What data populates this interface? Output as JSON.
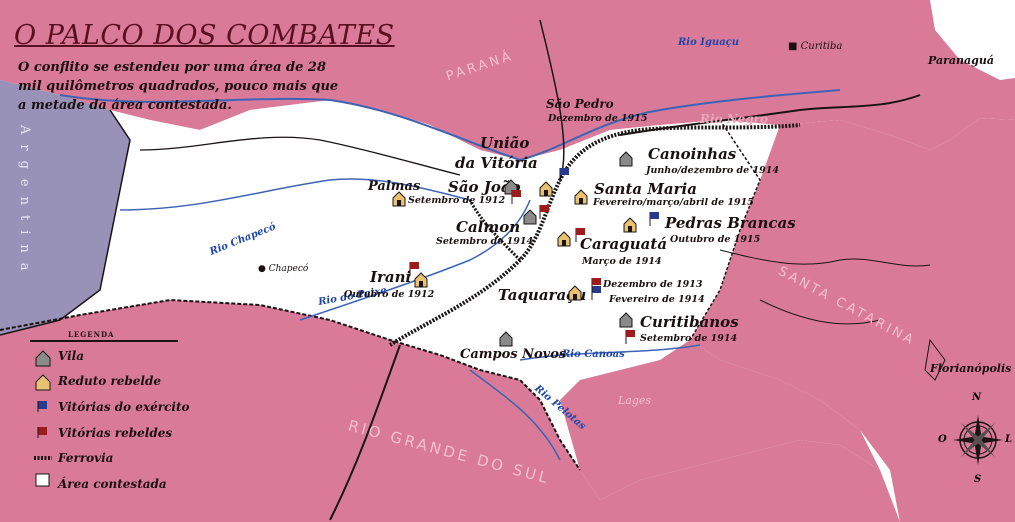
{
  "title": "O PALCO DOS COMBATES",
  "intro": "O conflito se estendeu por uma área de 28 mil quilômetros quadrados, pouco mais que a metade da área contestada.",
  "places": {
    "caninhas_label": "Canoinhas",
    "canoinhas_date": "Junho/dezembro de 1914",
    "sao_pedro": "São Pedro",
    "sao_pedro_date": "Dezembro de 1915",
    "uniao": "União",
    "da_vitoria": "da Vitória",
    "sao_joao": "São João",
    "palmas": "Palmas",
    "palmas_date": "Setembro de 1912",
    "calmon": "Calmon",
    "calmon_date": "Setembro de 1914",
    "santa_maria": "Santa Maria",
    "santa_maria_date": "Fevereiro/março/abril de 1915",
    "pedras_brancas": "Pedras Brancas",
    "pedras_brancas_date": "Outubro de 1915",
    "caraguata": "Caraguatá",
    "caraguata_date": "Março de 1914",
    "irani": "Irani",
    "irani_date": "Outubro de 1912",
    "taquaracu": "Taquaraçu",
    "taquaracu_date1": "Dezembro de 1913",
    "taquaracu_date2": "Fevereiro de 1914",
    "curitibanos": "Curitibanos",
    "curitibanos_date": "Setembro de 1914",
    "campos_novos": "Campos Novos",
    "chapeco": "Chapecó",
    "curitiba": "Curitiba",
    "paranagua": "Paranaguá",
    "florianopolis": "Florianópolis",
    "lages": "Lages"
  },
  "regions": {
    "parana": "PARANÁ",
    "santa_catarina": "SANTA CATARINA",
    "rio_grande_do_sul": "RIO GRANDE DO SUL",
    "argentina": "Argentina"
  },
  "rivers": {
    "iguacu": "Rio Iguaçu",
    "negro": "Rio Negro",
    "chapeco": "Rio Chapecó",
    "peixe": "Rio do Peixe",
    "canoas": "Rio Canoas",
    "pelotas": "Rio Pelotas"
  },
  "legend": {
    "title": "LEGENDA",
    "items": [
      {
        "key": "vila",
        "label": "Vila"
      },
      {
        "key": "reduto",
        "label": "Reduto rebelde"
      },
      {
        "key": "exercito",
        "label": "Vitórias do exército"
      },
      {
        "key": "rebeldes",
        "label": "Vitórias rebeldes"
      },
      {
        "key": "ferrovia",
        "label": "Ferrovia"
      },
      {
        "key": "area",
        "label": "Área contestada"
      }
    ]
  },
  "compass": {
    "n": "N",
    "s": "S",
    "l": "L",
    "o": "O"
  },
  "colors": {
    "pink": "#d97a98",
    "pink_light": "#e59ab1",
    "argentina": "#9891b8",
    "contested": "#ffffff",
    "river": "#3d63b5",
    "rail": "#1a1414",
    "army_flag": "#2a3a8a",
    "rebel_flag": "#9c1c1c",
    "village": "#8a8a8a",
    "stronghold": "#e8c270",
    "title": "#5a1020"
  }
}
